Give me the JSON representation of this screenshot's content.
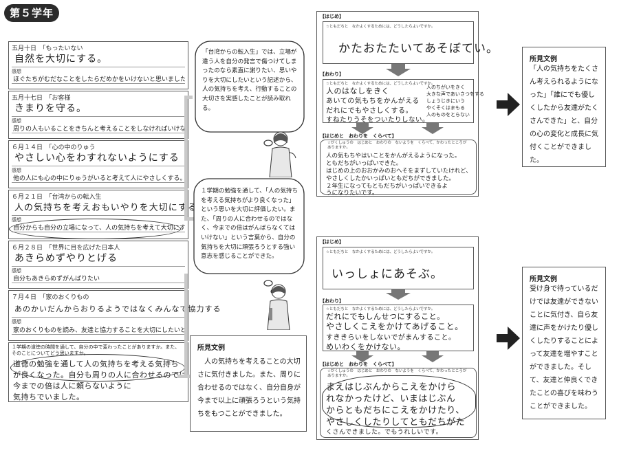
{
  "grade": "第５学年",
  "left_sheet": {
    "entries": [
      {
        "date": "五月十日　「もったいない",
        "writing": "自然を大切にする。",
        "label": "感想",
        "reflection": "ほぐたちがむだなことをしたらだめかをいけないと思いました。"
      },
      {
        "date": "五月十七日　「お客様",
        "writing": "きまりを守る。",
        "label": "感想",
        "reflection": "周りの人もいることをきちんと考えることをしなければいけないと思いました。"
      },
      {
        "date": "６月１４日　「心の中のりゅう",
        "writing": "やさしい心をわすれないようにする",
        "label": "感想",
        "reflection": "他の人にも心の中にりゅうがいると考えて人にやさしくする。"
      },
      {
        "date": "６月２１日　「台湾からの転入生",
        "writing": "人の気持ちを考えおもいやりを大切にする",
        "label": "感想",
        "reflection": "自分からも自分の立場になって、人の気持ちを考えて大切にすることを思いやりを大切にしたいです。"
      },
      {
        "date": "６月２８日　「世界に目を広げた日本人",
        "writing": "あきらめずやりとげる",
        "label": "感想",
        "reflection": "自分もあきらめずがんばりたい"
      },
      {
        "date": "７月４日　「家のおくりもの",
        "writing": "あのかいだんからおりるようではなくみんなで協力する",
        "label": "感想",
        "reflection": "家のおくりものを読み、友達と協力することを大切にしたいと思います。"
      }
    ],
    "summary_prompt": "１学期の道徳の時間を通して、自分の中で変わったことがありますか。また、そのことについてどう思いますか。",
    "summary_lines": [
      "道徳の勉強を通して人の気持ちを考える気持ち",
      "が良くなった。自分も周りの人に合わせるのではなく",
      "今までの倍は人に頼らないように",
      "気持ちでいました。"
    ]
  },
  "clouds": [
    {
      "text": "「台湾からの転入生」では、立場が違う人を自分の発言で傷つけてしまったのなら素直に謝りたい、思いやりを大切にしたいという記述から、人の気持ちを考え、行動することの大切さを実感したことが読み取れる。"
    },
    {
      "text": "１学期の勉強を通して、「人の気持ちを考える気持ちがより良くなった」という思いを大切に評価したい。また、「周りの人に合わせるのではなく、今までの倍はがんばらなくてはいけない」という言葉から、自分の気持ちを大切に頑張ろうとする強い意志を感じることができた。"
    }
  ],
  "comment_left": {
    "title": "所見文例",
    "body": "人の気持ちを考えることの大切さに気付きました。また、周りに合わせるのではなく、自分自身が今まで以上に頑張ろうという気持ちをもつことができました。"
  },
  "right_top": {
    "hajime_label": "【はじめ】",
    "hajime_prompt": "☆ともだちと　なかよくするためには、どうしたらよいですか。",
    "hajime_writing": "かたおたたいてあそぼてい。",
    "owari_label": "【おわり】",
    "owari_prompt": "☆ともだちと　なかよくするためには、どうしたらよいですか。",
    "owari_lines": [
      "人のはなしをきく",
      "あいての気もちをかんがえる",
      "だれにでもやさしくする。",
      "すねたりうそをついたりしない。"
    ],
    "owari_side": [
      "人のちがいをきく",
      "大きな声であいさつをする",
      "しょうじきにいう",
      "やくそくはまもる",
      "人のものをとらない"
    ],
    "compare_label": "【はじめと　おわりを　くらべて】",
    "compare_prompt": "☆がくしゅうの　はじめと　おわりの　ないようを　くらべて、かわったところが　ありますか。",
    "compare_lines": [
      "人の気もちやはいことをかんがえるようになった。",
      "ともだちがいっぱいできた。",
      "はじめの上のおおかみのおへそをまずしていたけれど、",
      "やさしくしたかいっぱいともだちができました。",
      "２年生になってもともだちがいっぱいできるよ",
      "うになりたいです。"
    ]
  },
  "comment_right_top": {
    "title": "所見文例",
    "body": "「人の気持ちをたくさん考えられるようになった」「誰にでも優しくしたから友達がたくさんできた」と、自分の心の変化と成長に気付くことができました。"
  },
  "right_bottom": {
    "hajime_label": "【はじめ】",
    "hajime_prompt": "☆ともだちと　なかよくするためには、どうしたらよいですか。",
    "hajime_writing": "いっしょにあそぶ。",
    "owari_label": "【おわり】",
    "owari_prompt": "☆ともだちと　なかよくするためには、どうしたらよいですか。",
    "owari_lines": [
      "だれにでもしんせつにすること。",
      "やさしくこえをかけてあげること。",
      "すききらいをしないでがまんすること。",
      "めいわくをかけない。"
    ],
    "compare_label": "【はじめと　おわりを　くらべて】",
    "compare_prompt": "☆がくしゅうの　はじめと　おわりの　ないようを　くらべて、かわったところが　ありますか。",
    "compare_lines": [
      "まえはじぶんからこえをかけら",
      "れなかったけど、いまはじぶん",
      "からともだちにこえをかけたり、",
      "やさしくしたりしてともだちがた",
      "くさんできました。でもうれしいです。"
    ]
  },
  "comment_right_bottom": {
    "title": "所見文例",
    "body": "受け身で待っているだけでは友達ができないことに気付き、自ら友達に声をかけたり優しくしたりすることによって友達を増やすことができました。そして、友達と仲良くできたことの喜びを味わうことができました。"
  }
}
